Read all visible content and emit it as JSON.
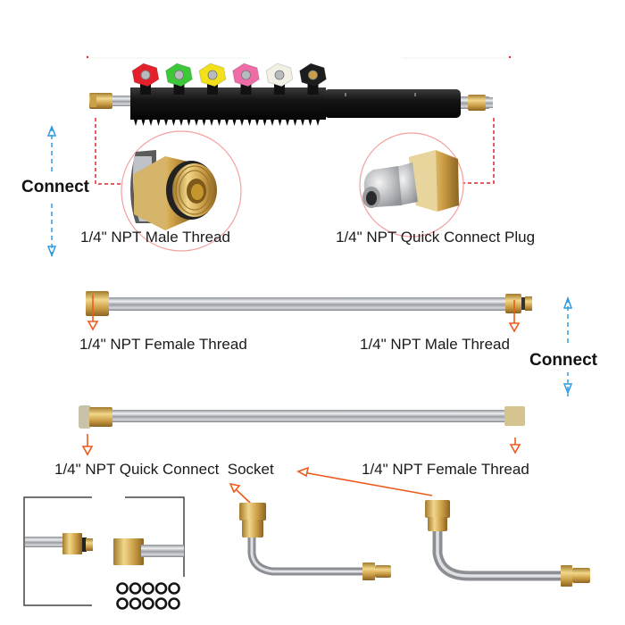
{
  "labels": {
    "wand_male": "1/4\" NPT Male Thread",
    "wand_plug": "1/4\" NPT Quick Connect Plug",
    "ext1_female": "1/4\" NPT Female Thread",
    "ext1_male": "1/4\" NPT Male Thread",
    "ext2_socket": "1/4\" NPT Quick Connect  Socket",
    "ext2_female": "1/4\" NPT Female Thread",
    "connect_left": "Connect",
    "connect_right": "Connect"
  },
  "nozzles": [
    {
      "name": "red",
      "color": "#e3202c"
    },
    {
      "name": "green",
      "color": "#3fc73a"
    },
    {
      "name": "yellow",
      "color": "#f2e01b"
    },
    {
      "name": "pink",
      "color": "#f06ca7"
    },
    {
      "name": "white",
      "color": "#f3f1e6"
    },
    {
      "name": "black",
      "color": "#1d1d1d"
    }
  ],
  "colors": {
    "brass": "#d9b35c",
    "steel": "#b9bcc0",
    "red_dash": "#e0262a",
    "blue_dash": "#2e9be0",
    "orange_arrow": "#ee5a1c"
  },
  "o_ring_count": 10
}
